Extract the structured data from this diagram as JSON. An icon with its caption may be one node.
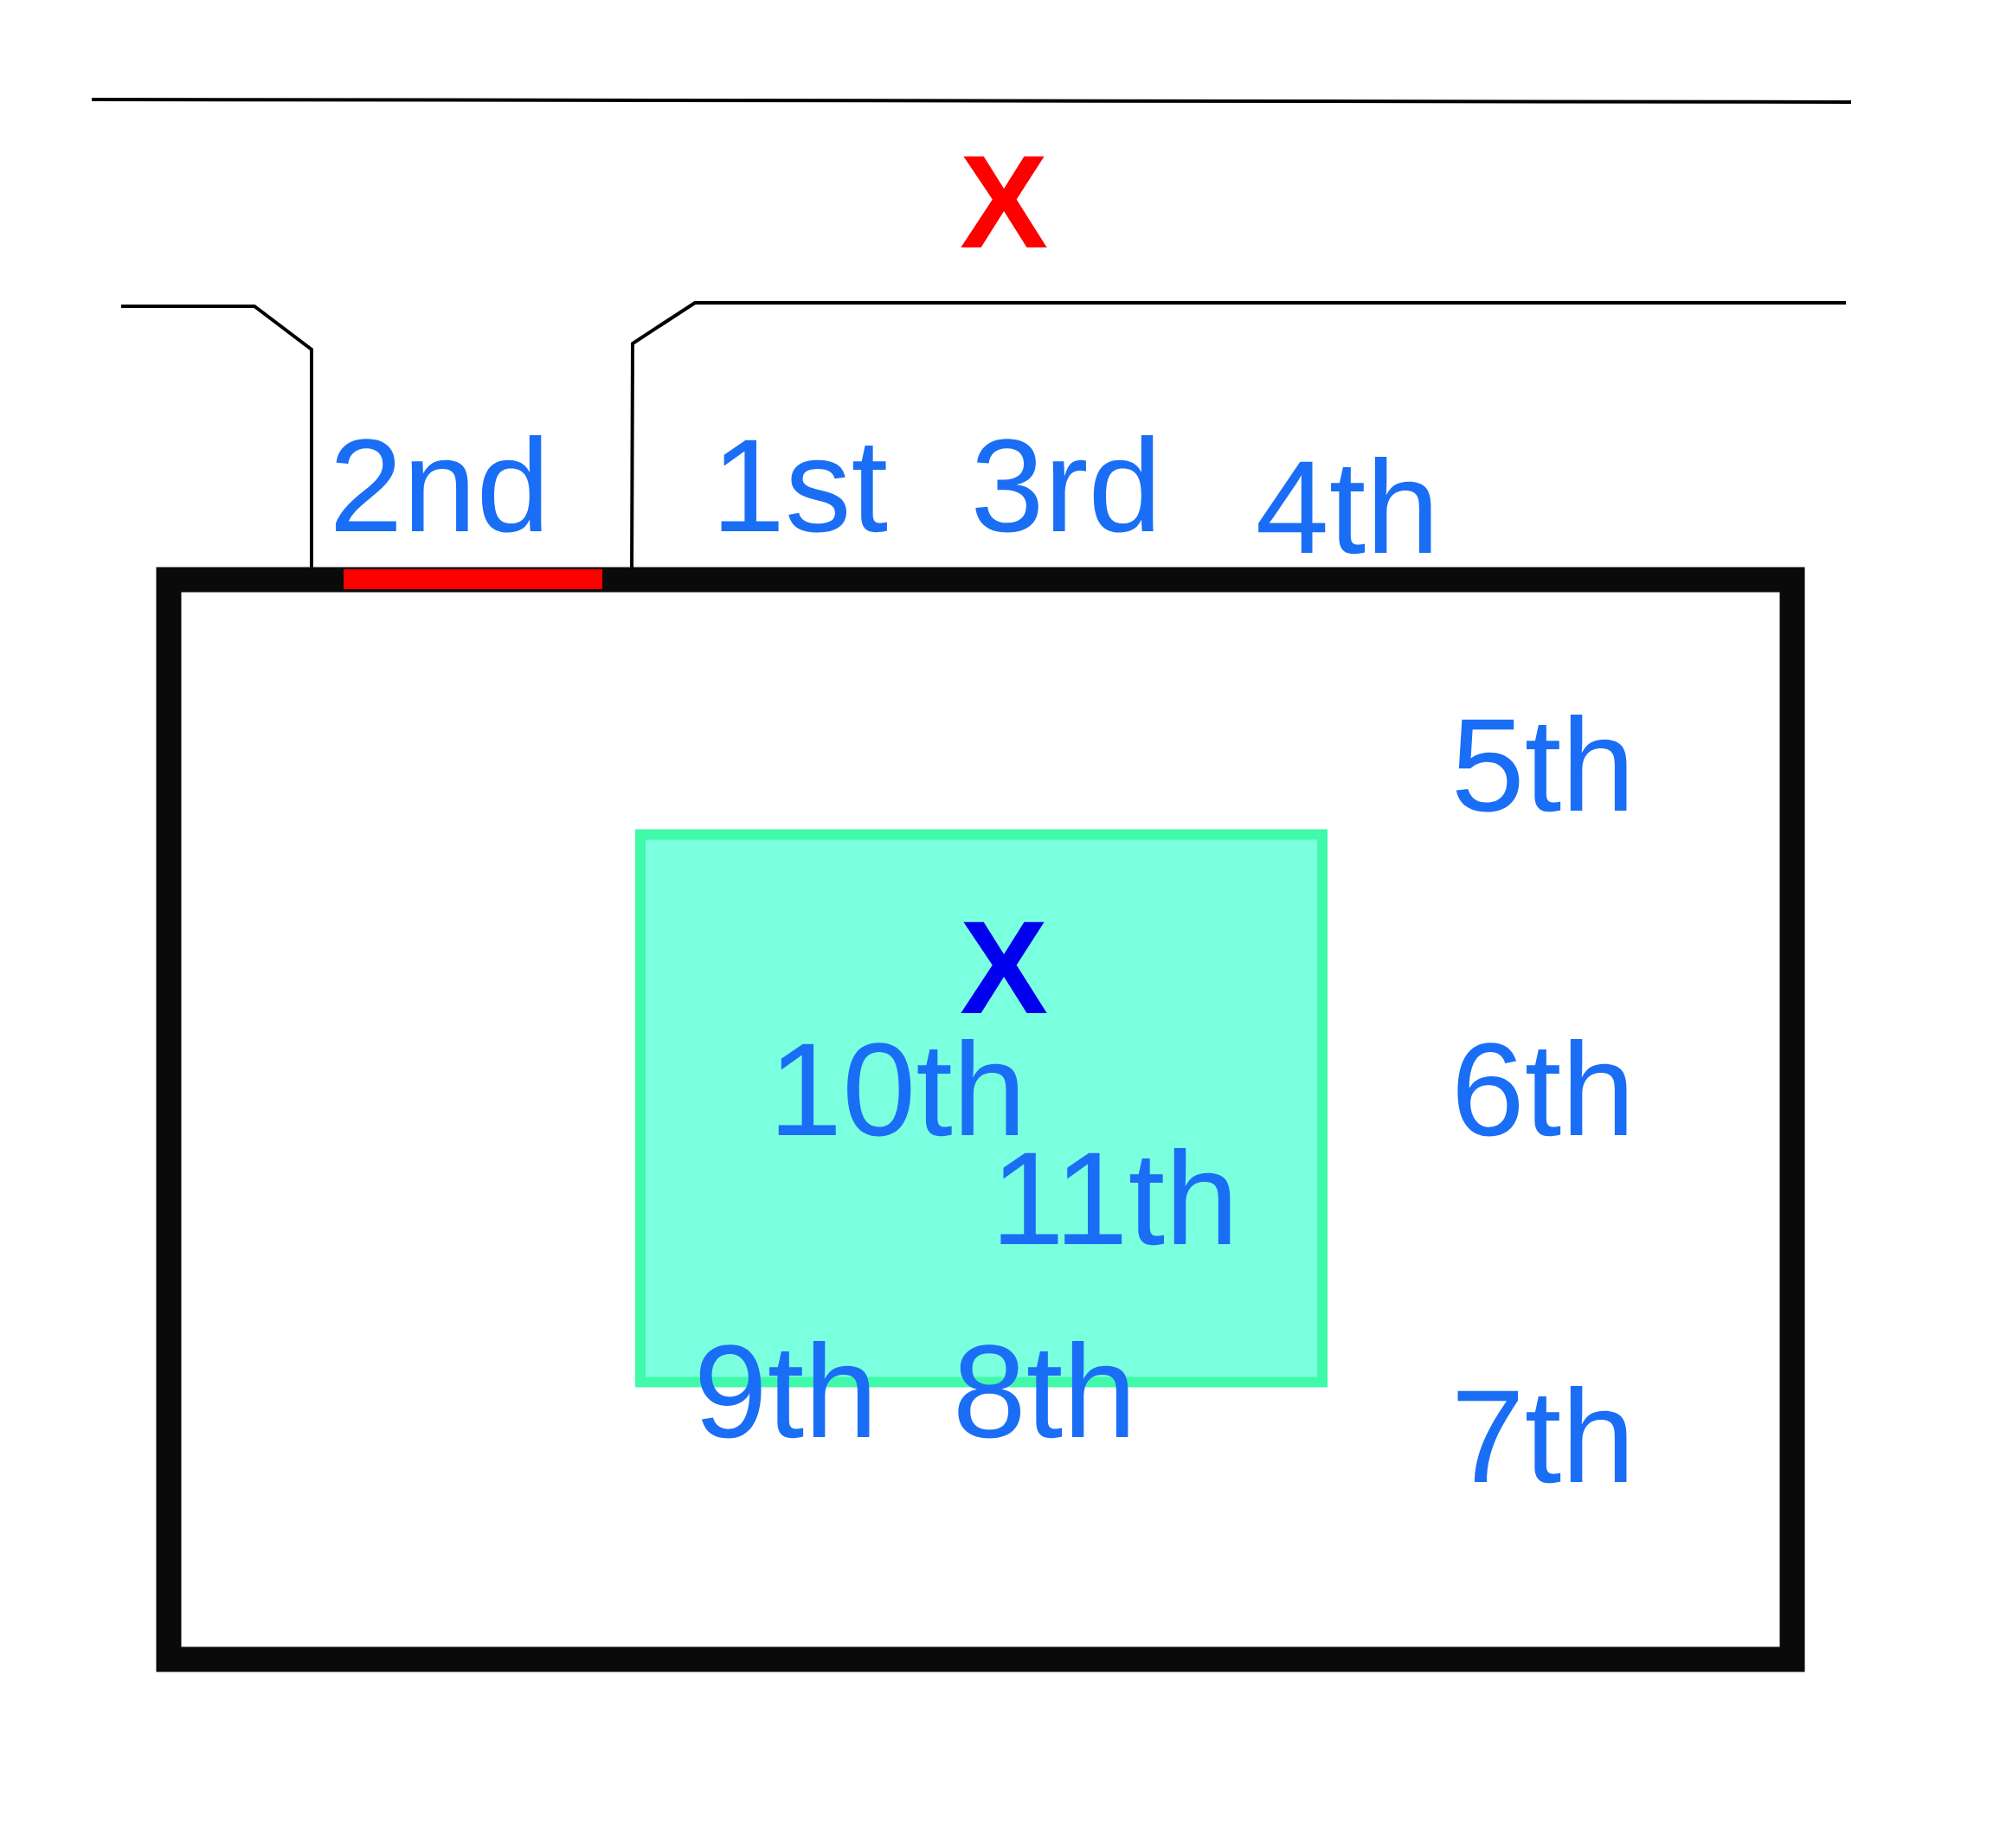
{
  "diagram": {
    "nodes": [
      {
        "text": [
          "5th",
          "6th",
          "9th",
          "8th",
          "7th"
        ]
      },
      {
        "text": [
          "X",
          "10th",
          "11th"
        ],
        "in": 0
      },
      {
        "text": [],
        "shape": "bar"
      }
    ],
    "edges": [],
    "labels": [
      "X",
      "2nd",
      "1st",
      "3rd",
      "4th"
    ]
  }
}
